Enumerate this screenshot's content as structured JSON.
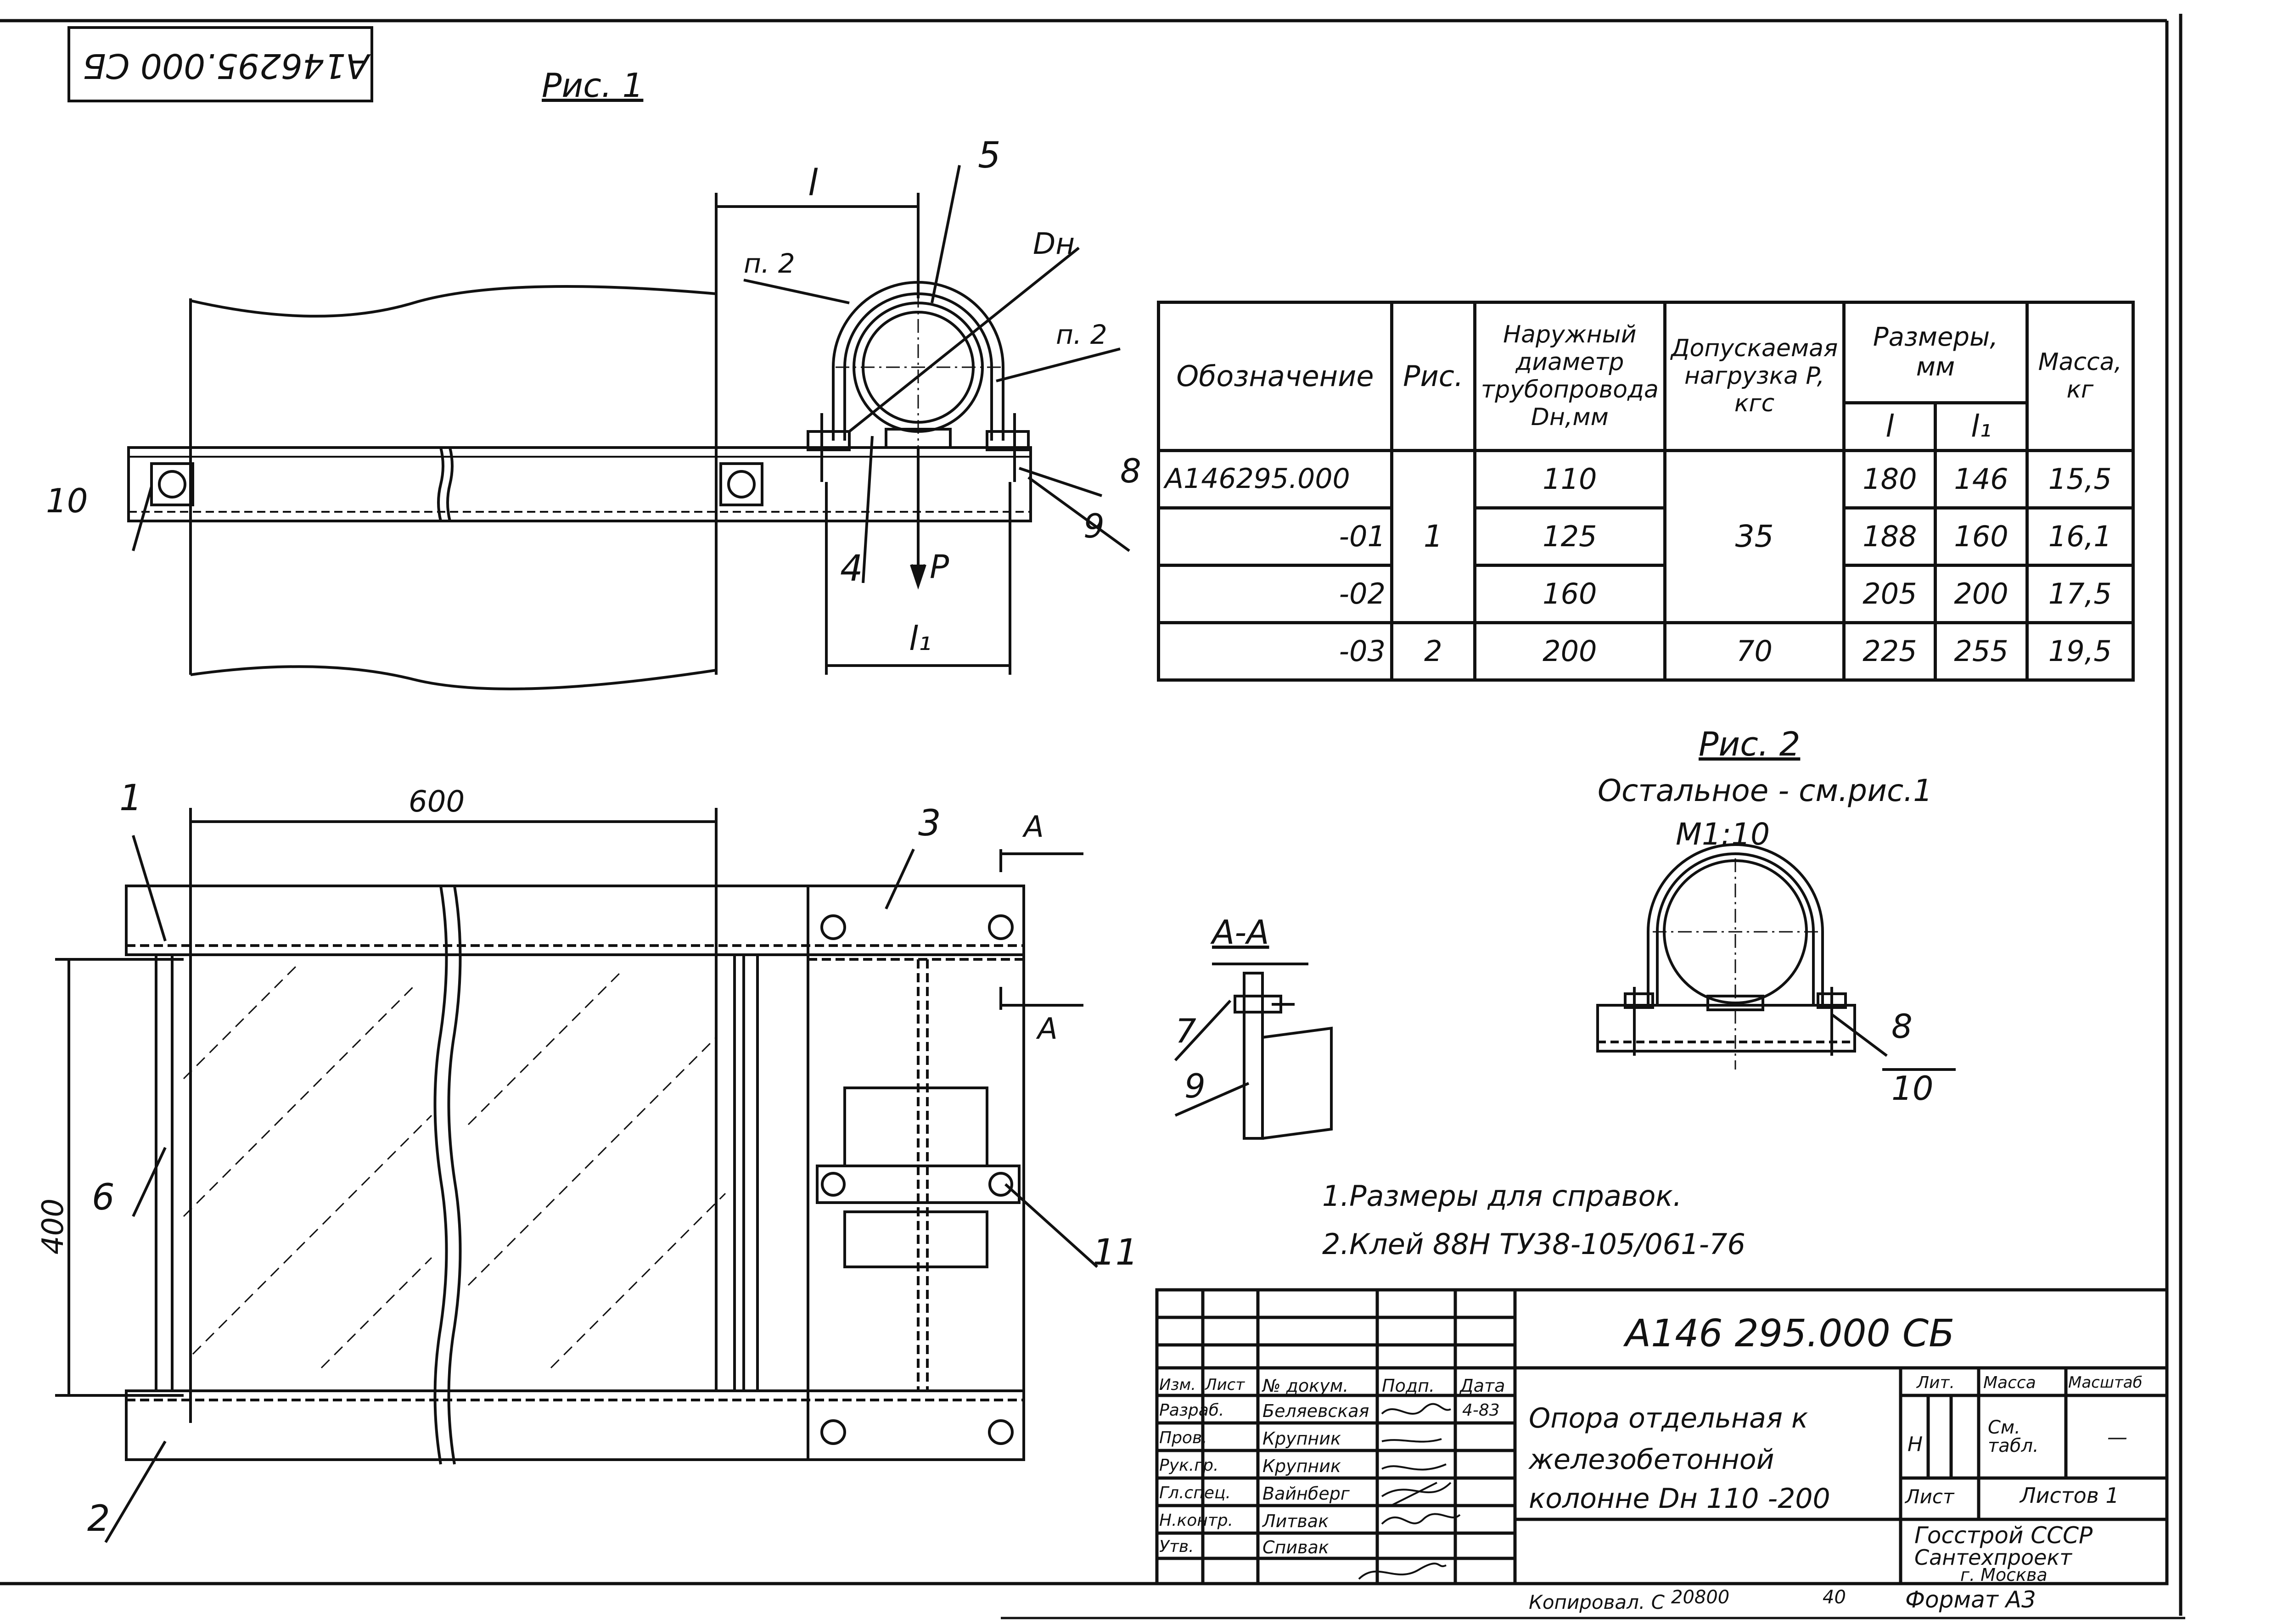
{
  "doc_code_corner": "А146295.000 СБ",
  "fig1_title": "Рис. 1",
  "fig2_title": "Рис. 2",
  "fig2_note": "Остальное - см.рис.1",
  "fig2_scale": "М1:10",
  "section_label": "А-А",
  "section_arrow": "А",
  "callouts": {
    "c1": "1",
    "c2": "2",
    "c3": "3",
    "c4": "4",
    "c5": "5",
    "c6": "6",
    "c7": "7",
    "c8": "8",
    "c9": "9",
    "c10": "10",
    "c11": "11"
  },
  "dims": {
    "l": "l",
    "l1": "l₁",
    "dh": "Dн",
    "p": "P",
    "p2": "п. 2",
    "w600": "600",
    "h400": "400"
  },
  "spec_table": {
    "headers": {
      "designation": "Обозначение",
      "fig": "Рис.",
      "diameter": "Наружный диаметр трубопровода Dн,мм",
      "load": "Допускаемая нагрузка P, кгс",
      "sizes": "Размеры, мм",
      "l": "l",
      "l1": "l₁",
      "mass": "Масса, кг"
    },
    "rows": [
      {
        "designation": "А146295.000",
        "fig": "",
        "diameter": "110",
        "load": "",
        "l": "180",
        "l1": "146",
        "mass": "15,5"
      },
      {
        "designation": "-01",
        "fig": "1",
        "diameter": "125",
        "load": "35",
        "l": "188",
        "l1": "160",
        "mass": "16,1"
      },
      {
        "designation": "-02",
        "fig": "",
        "diameter": "160",
        "load": "",
        "l": "205",
        "l1": "200",
        "mass": "17,5"
      },
      {
        "designation": "-03",
        "fig": "2",
        "diameter": "200",
        "load": "70",
        "l": "225",
        "l1": "255",
        "mass": "19,5"
      }
    ]
  },
  "notes": [
    "1.Размеры для справок.",
    "2.Клей 88Н ТУ38-105/061-76"
  ],
  "title_block": {
    "code": "А146 295.000 СБ",
    "name_line1": "Опора отдельная к",
    "name_line2": "железобетонной",
    "name_line3": "колонне Dн 110 -200",
    "head_izm": "Изм.",
    "head_list": "Лист",
    "head_doc": "№ докум.",
    "head_sign": "Подп.",
    "head_date": "Дата",
    "roles": [
      {
        "role": "Разраб.",
        "name": "Беляевская",
        "date": "4-83"
      },
      {
        "role": "Пров.",
        "name": "Крупник",
        "date": ""
      },
      {
        "role": "Рук.гр.",
        "name": "Крупник",
        "date": ""
      },
      {
        "role": "Гл.спец.",
        "name": "Вайнберг",
        "date": ""
      },
      {
        "role": "Н.контр.",
        "name": "Литвак",
        "date": ""
      },
      {
        "role": "Утв.",
        "name": "Спивак",
        "date": ""
      }
    ],
    "lit": "Лит.",
    "mass": "Масса",
    "scale": "Масштаб",
    "lit_value": "Н",
    "mass_value": "См. табл.",
    "scale_value": "—",
    "sheet": "Лист",
    "sheets": "Листов 1",
    "org1": "Госстрой СССР",
    "org2": "Сантехпроект",
    "org3": "г. Москва",
    "copied": "Копировал. С",
    "copy_num": "20800",
    "copy_page": "40",
    "format": "Формат А3"
  }
}
